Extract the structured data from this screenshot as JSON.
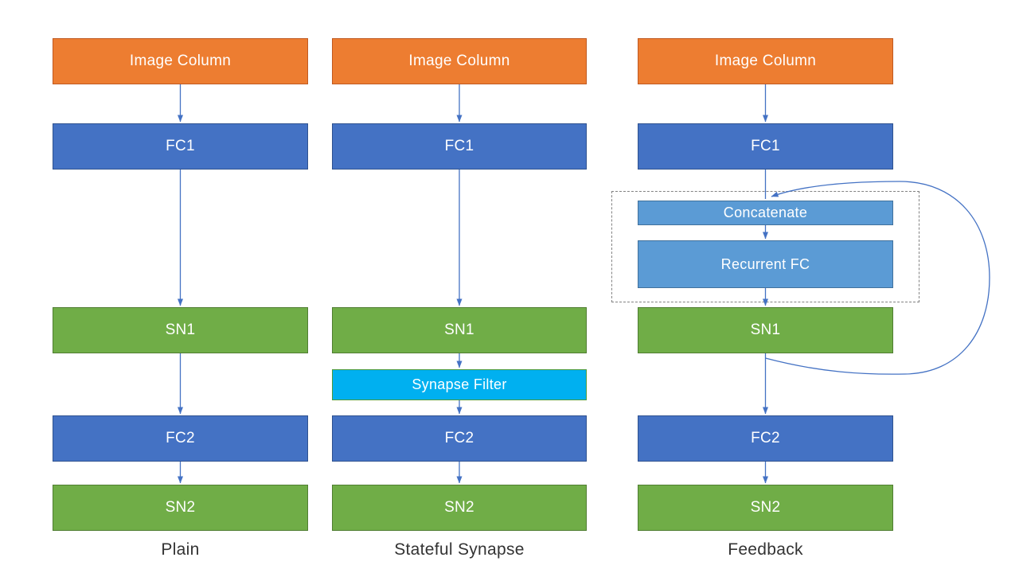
{
  "diagram": {
    "columns": [
      {
        "label": "Plain",
        "boxes": {
          "image_column": "Image Column",
          "fc1": "FC1",
          "sn1": "SN1",
          "fc2": "FC2",
          "sn2": "SN2"
        }
      },
      {
        "label": "Stateful Synapse",
        "boxes": {
          "image_column": "Image Column",
          "fc1": "FC1",
          "sn1": "SN1",
          "synapse_filter": "Synapse Filter",
          "fc2": "FC2",
          "sn2": "SN2"
        }
      },
      {
        "label": "Feedback",
        "boxes": {
          "image_column": "Image Column",
          "fc1": "FC1",
          "concatenate": "Concatenate",
          "recurrent_fc": "Recurrent FC",
          "sn1": "SN1",
          "fc2": "FC2",
          "sn2": "SN2"
        }
      }
    ],
    "colors": {
      "background": "#FFFFFF",
      "orange_fill": "#ED7D31",
      "orange_border": "#C05A21",
      "blue_fill": "#4472C4",
      "blue_border": "#2F528F",
      "green_fill": "#70AD47",
      "green_border": "#507E32",
      "light_blue_fill": "#5B9BD5",
      "light_blue_border": "#41719C",
      "cyan_fill": "#00B0F0",
      "cyan_border": "#4E9A3A",
      "arrow": "#4472C4",
      "dashed_box_border": "#828282",
      "box_text": "#FFFFFF",
      "caption_text": "#333333"
    }
  }
}
